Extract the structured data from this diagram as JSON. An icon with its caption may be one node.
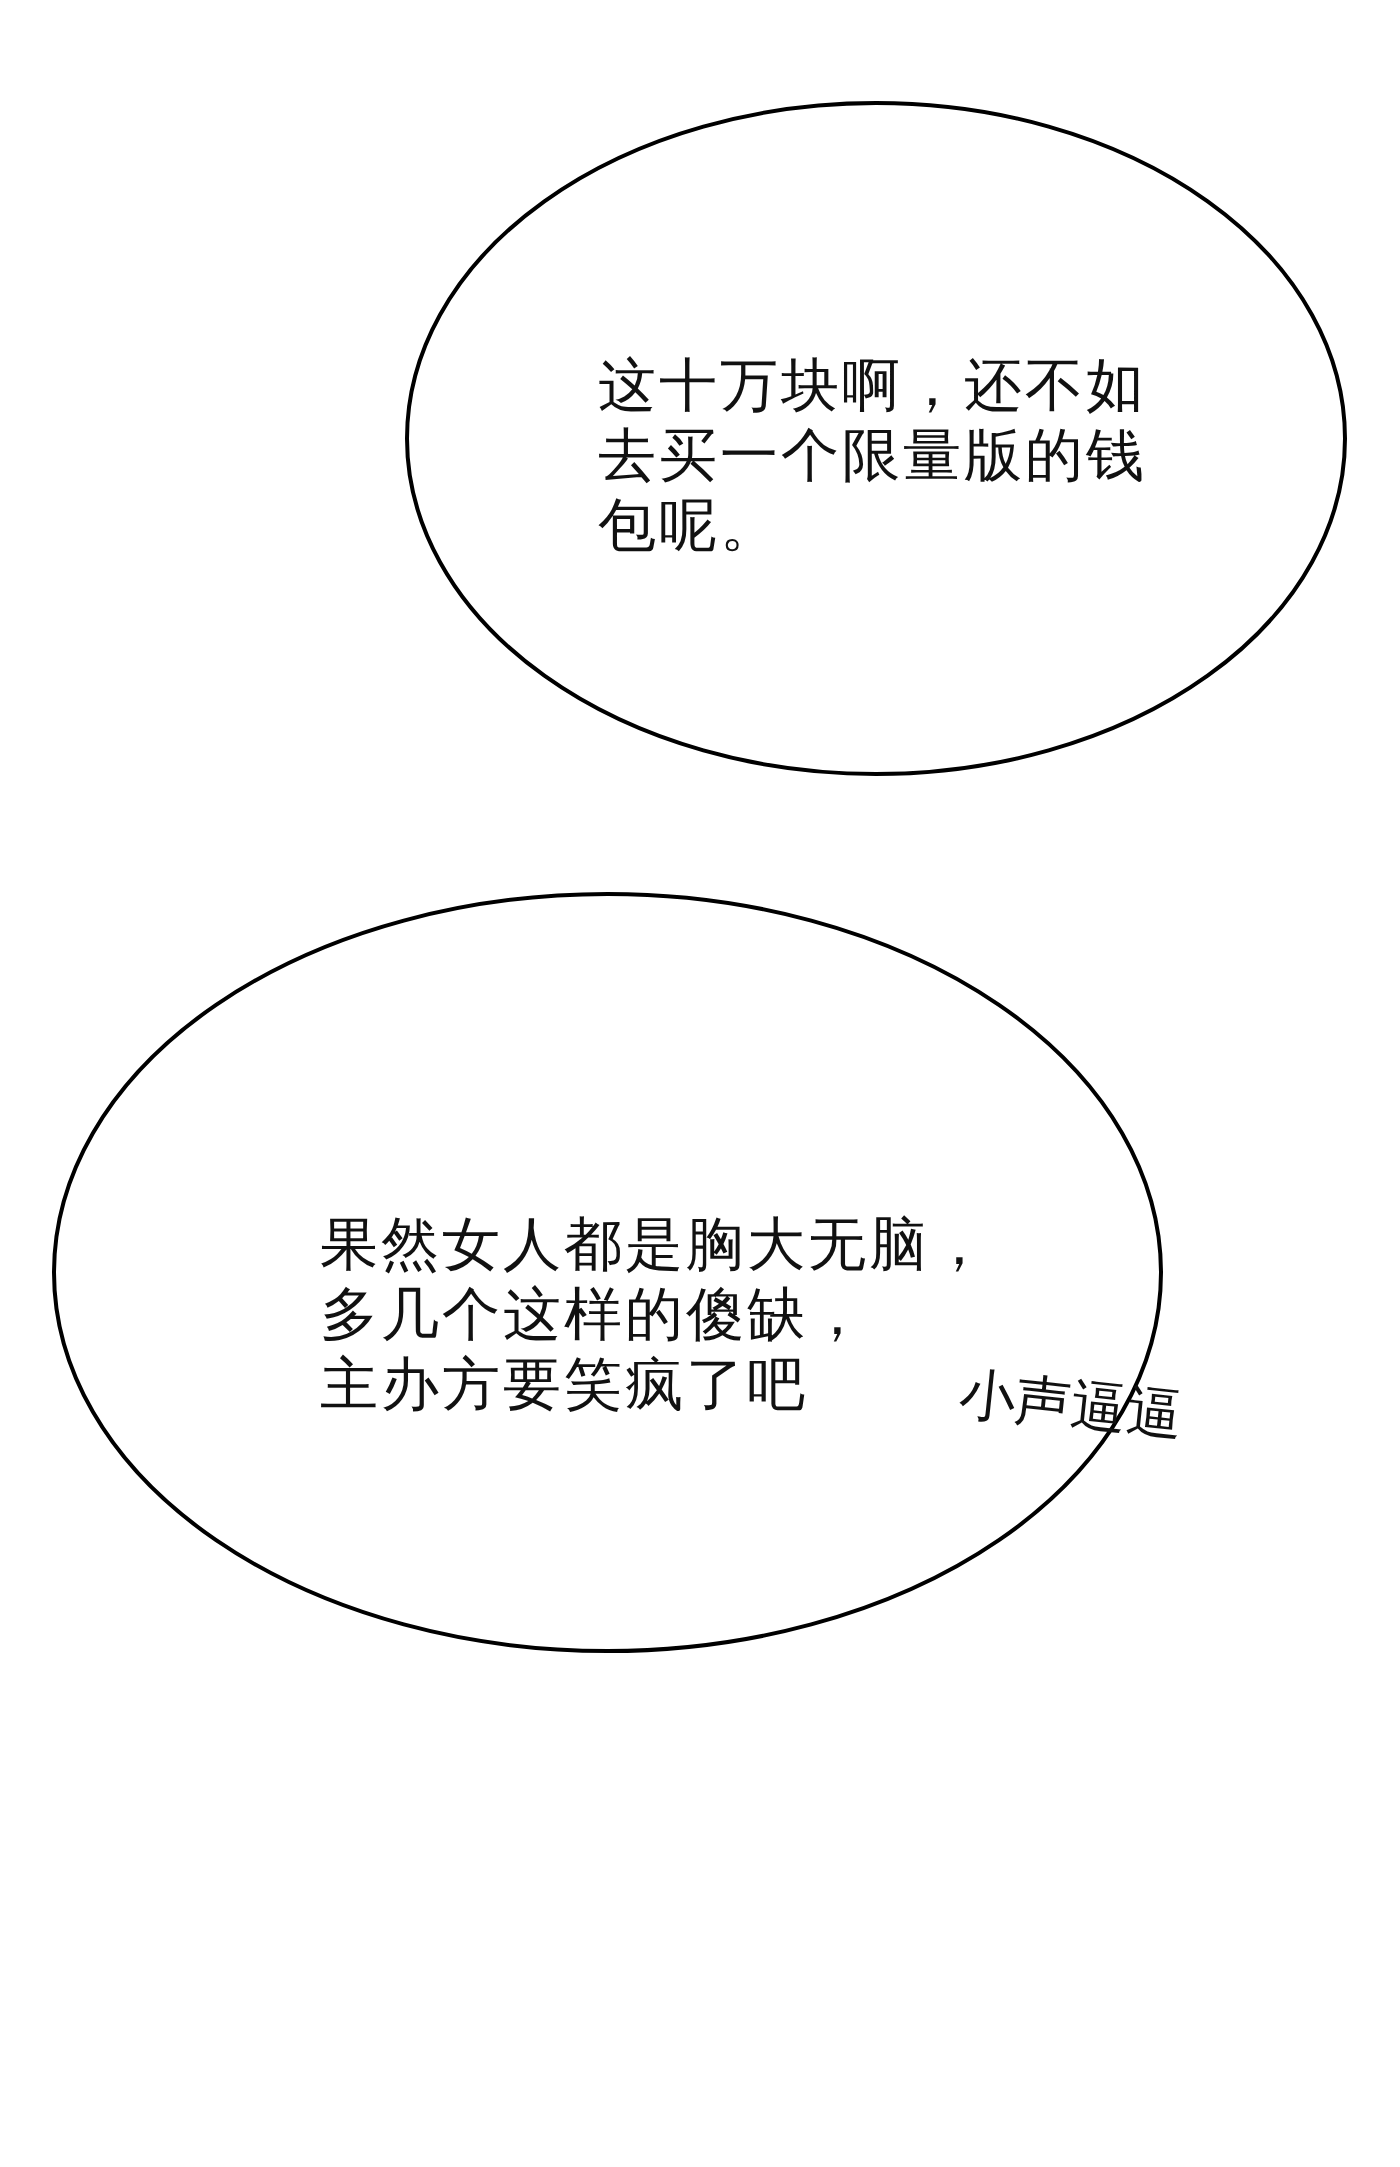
{
  "diagram": {
    "nodes": [
      {
        "text": [
          "这十万块啊，还不如去买一个限量版的钱包呢。"
        ]
      },
      {
        "text": [
          "果然女人都是胸大无脑，多几个这样的傻缺，主办方要笑疯了吧",
          "小声逼逼"
        ]
      }
    ]
  }
}
